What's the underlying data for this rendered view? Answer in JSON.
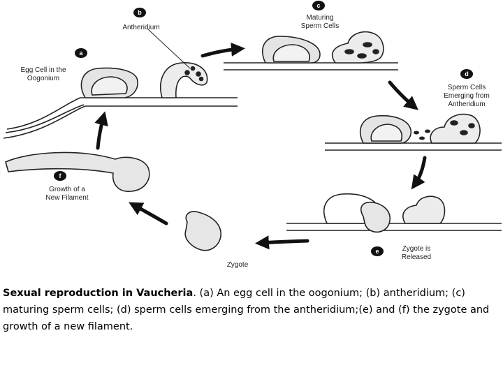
{
  "stages": {
    "a": {
      "badge": "a",
      "label_lines": [
        "Egg Cell in the",
        "Oogonium"
      ]
    },
    "b": {
      "badge": "b",
      "label_lines": [
        "Antheridium"
      ]
    },
    "c": {
      "badge": "c",
      "label_lines": [
        "Maturing",
        "Sperm Cells"
      ]
    },
    "d": {
      "badge": "d",
      "label_lines": [
        "Sperm Cells",
        "Emerging from",
        "Antheridium"
      ]
    },
    "e": {
      "badge": "e",
      "label_lines": [
        "Zygote is",
        "Released"
      ]
    },
    "f": {
      "badge": "f",
      "label_lines": [
        "Growth of a",
        "New Filament"
      ]
    },
    "zygote": {
      "label_lines": [
        "Zygote"
      ]
    }
  },
  "caption": {
    "bold": "Sexual reproduction in Vaucheria",
    "text": ". (a) An egg cell in the oogonium; (b) antheridium; (c) maturing sperm cells; (d) sperm cells emerging from the antheridium;(e) and (f) the zygote and growth of a new filament."
  }
}
